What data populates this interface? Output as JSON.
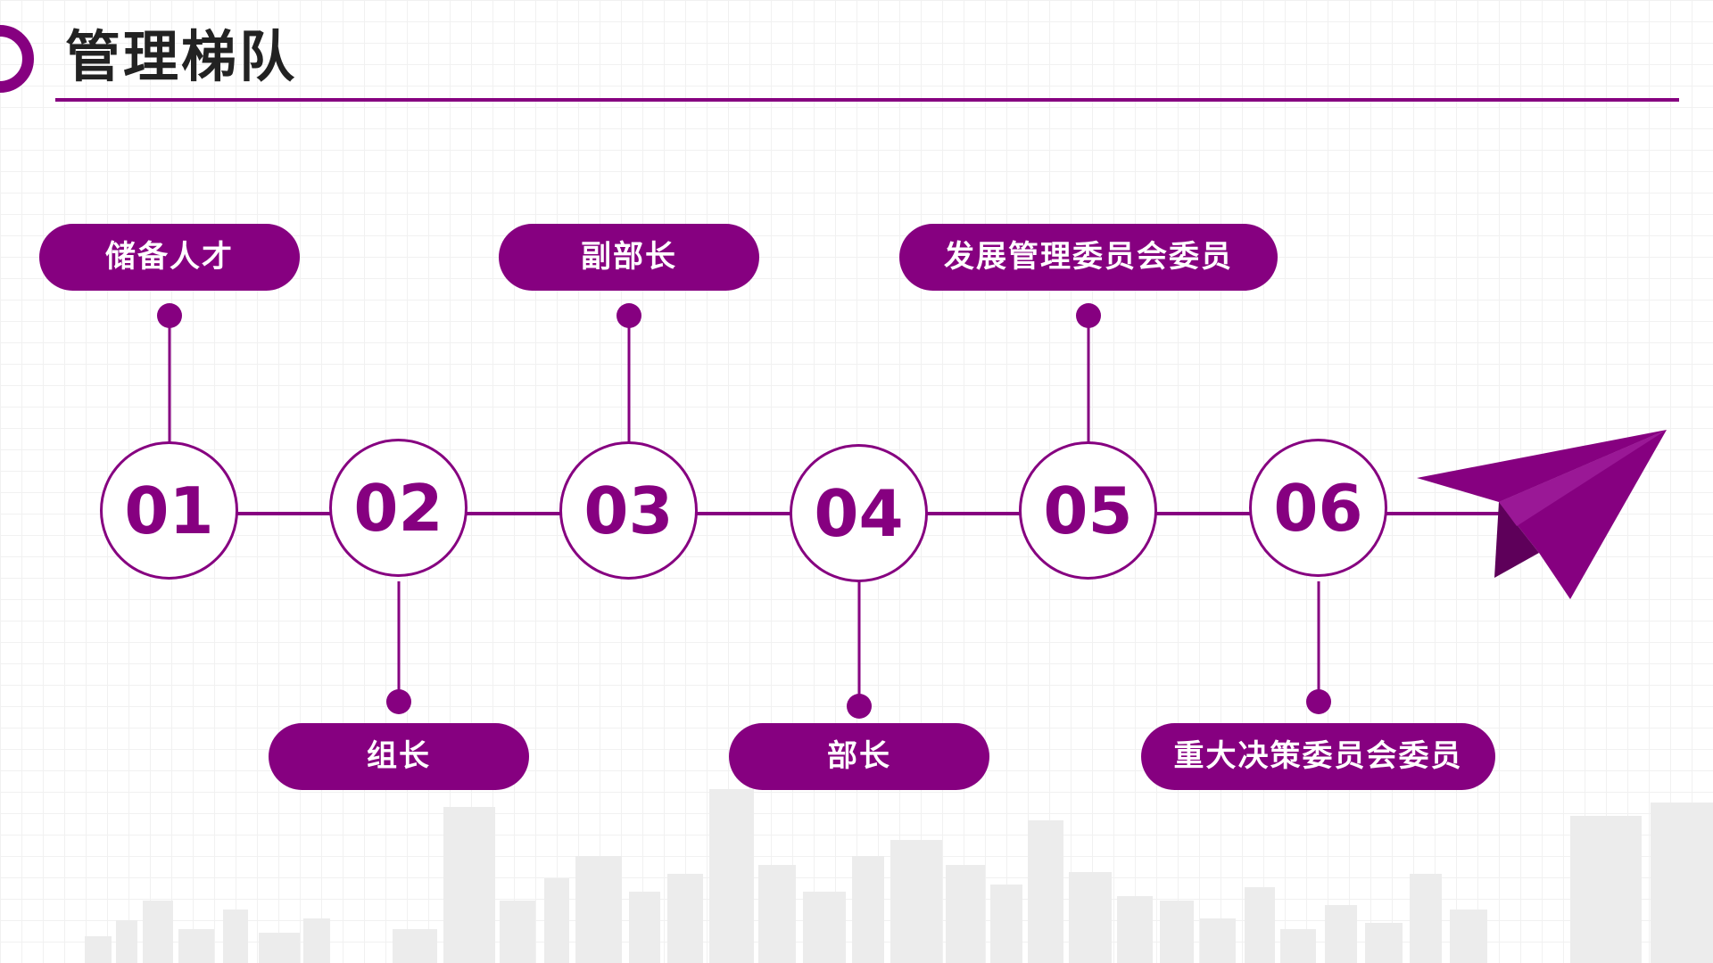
{
  "header": {
    "title": "管理梯队"
  },
  "theme": {
    "accent": "#860080",
    "accent_dark": "#5e005a"
  },
  "steps": [
    {
      "number": "01",
      "label": "储备人才"
    },
    {
      "number": "02",
      "label": "组长"
    },
    {
      "number": "03",
      "label": "副部长"
    },
    {
      "number": "04",
      "label": "部长"
    },
    {
      "number": "05",
      "label": "发展管理委员会委员"
    },
    {
      "number": "06",
      "label": "重大决策委员会委员"
    }
  ],
  "icons": {
    "arrow": "paper-plane-icon",
    "decor": "ring-icon",
    "background": "city-skyline"
  }
}
